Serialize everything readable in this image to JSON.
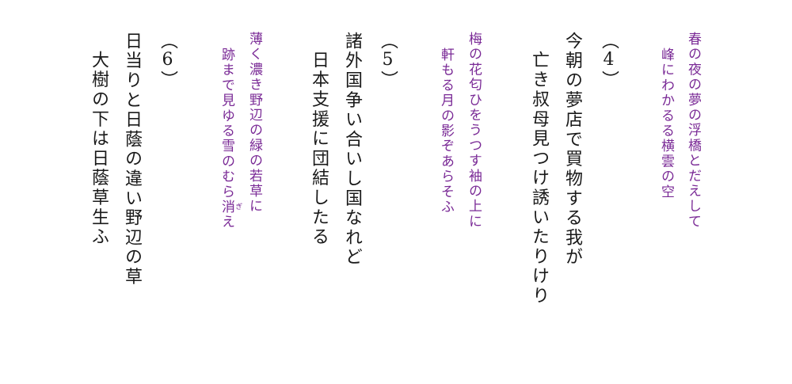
{
  "columns": [
    "春の夜の夢の浮橋とだえして",
    "峰にわかるる横雲の空",
    "（4）",
    "今朝の夢店で買物する我が",
    "亡き叔母見つけ誘いたりけり",
    "梅の花匂ひをうつす袖の上に",
    "軒もる月の影ぞあらそふ",
    "（5）",
    "諸外国争い合いし国なれど",
    "日本支援に団結したる",
    "薄く濃き野辺の緑の若草に",
    "跡まで見ゆる雪のむら",
    "消",
    "ぎ",
    "え",
    "（6）",
    "日当りと日蔭の違い野辺の草",
    "大樹の下は日蔭草生ふ"
  ],
  "colors": {
    "poem_classic": "#7a2a96",
    "poem_modern": "#1a1a1a"
  }
}
